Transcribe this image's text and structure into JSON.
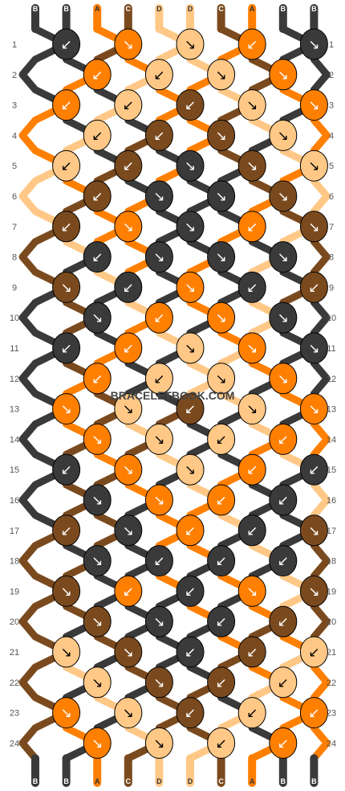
{
  "pattern": {
    "strands_top": [
      "B",
      "B",
      "A",
      "C",
      "D",
      "D",
      "C",
      "A",
      "B",
      "B"
    ],
    "strands_bottom": [
      "B",
      "B",
      "A",
      "C",
      "D",
      "D",
      "C",
      "A",
      "B",
      "B"
    ],
    "row_numbers": [
      "1",
      "2",
      "3",
      "4",
      "5",
      "6",
      "7",
      "8",
      "9",
      "10",
      "11",
      "12",
      "13",
      "14",
      "15",
      "16",
      "17",
      "18",
      "19",
      "20",
      "21",
      "22",
      "23",
      "24"
    ],
    "watermark": "BRACELETBOOK.COM",
    "colors": {
      "A": "#ff7f00",
      "B": "#3a3a3a",
      "C": "#7a4a1e",
      "D": "#ffc886"
    },
    "knots": [
      [
        "B",
        "A",
        "D",
        "A",
        "B"
      ],
      [
        "A",
        "D",
        "D",
        "A"
      ],
      [
        "A",
        "D",
        "C",
        "D",
        "A"
      ],
      [
        "D",
        "C",
        "C",
        "D"
      ],
      [
        "D",
        "C",
        "B",
        "C",
        "D"
      ],
      [
        "C",
        "B",
        "B",
        "C"
      ],
      [
        "C",
        "A",
        "B",
        "A",
        "C"
      ],
      [
        "B",
        "B",
        "B",
        "B"
      ],
      [
        "C",
        "B",
        "A",
        "B",
        "C"
      ],
      [
        "B",
        "A",
        "A",
        "B"
      ],
      [
        "B",
        "A",
        "D",
        "A",
        "B"
      ],
      [
        "A",
        "D",
        "D",
        "A"
      ],
      [
        "A",
        "D",
        "C",
        "D",
        "A"
      ],
      [
        "A",
        "D",
        "D",
        "A"
      ],
      [
        "B",
        "A",
        "D",
        "A",
        "B"
      ],
      [
        "B",
        "A",
        "A",
        "B"
      ],
      [
        "C",
        "B",
        "A",
        "B",
        "C"
      ],
      [
        "B",
        "B",
        "B",
        "B"
      ],
      [
        "C",
        "A",
        "B",
        "A",
        "C"
      ],
      [
        "C",
        "B",
        "B",
        "C"
      ],
      [
        "D",
        "C",
        "B",
        "C",
        "D"
      ],
      [
        "D",
        "C",
        "C",
        "D"
      ],
      [
        "A",
        "D",
        "C",
        "D",
        "A"
      ],
      [
        "A",
        "D",
        "D",
        "A"
      ]
    ],
    "arrows": [
      [
        "↙",
        "↘",
        "↘",
        "↙",
        "↘"
      ],
      [
        "↙",
        "↙",
        "↘",
        "↘"
      ],
      [
        "↙",
        "↙",
        "↙",
        "↘",
        "↘"
      ],
      [
        "↙",
        "↙",
        "↘",
        "↘"
      ],
      [
        "↙",
        "↙",
        "↘",
        "↘",
        "↘"
      ],
      [
        "↙",
        "↘",
        "↘",
        "↘"
      ],
      [
        "↙",
        "↘",
        "↘",
        "↙",
        "↘"
      ],
      [
        "↙",
        "↘",
        "↘",
        "↘"
      ],
      [
        "↘",
        "↙",
        "↘",
        "↙",
        "↙"
      ],
      [
        "↘",
        "↙",
        "↘",
        "↘"
      ],
      [
        "↙",
        "↙",
        "↘",
        "↘",
        "↘"
      ],
      [
        "↙",
        "↙",
        "↘",
        "↘"
      ],
      [
        "↘",
        "↘",
        "↙",
        "↘",
        "↘"
      ],
      [
        "↘",
        "↘",
        "↙",
        "↙"
      ],
      [
        "↙",
        "↘",
        "↘",
        "↙",
        "↙"
      ],
      [
        "↘",
        "↘",
        "↙",
        "↙"
      ],
      [
        "↙",
        "↘",
        "↙",
        "↙",
        "↘"
      ],
      [
        "↘",
        "↙",
        "↙",
        "↙"
      ],
      [
        "↘",
        "↙",
        "↙",
        "↘",
        "↘"
      ],
      [
        "↘",
        "↘",
        "↙",
        "↙"
      ],
      [
        "↘",
        "↘",
        "↙",
        "↙",
        "↙"
      ],
      [
        "↘",
        "↘",
        "↙",
        "↙"
      ],
      [
        "↘",
        "↘",
        "↙",
        "↙",
        "↙"
      ],
      [
        "↘",
        "↘",
        "↙",
        "↙"
      ]
    ]
  }
}
